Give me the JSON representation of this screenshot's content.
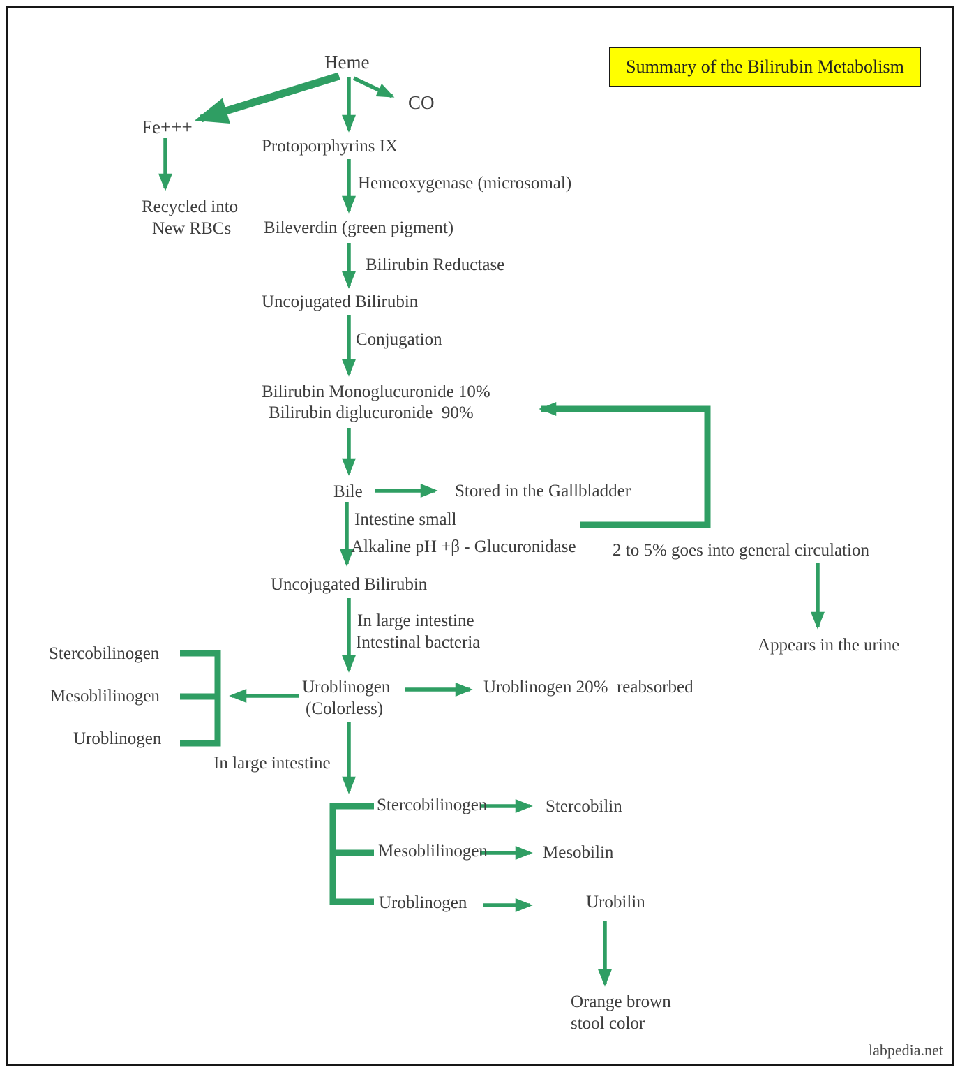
{
  "title": {
    "label": "Summary of the Bilirubin Metabolism"
  },
  "watermark": "labpedia.net",
  "colors": {
    "arrow_green": "#2f9e63",
    "title_bg": "#ffff00",
    "title_border": "#1a1a1a",
    "text": "#3d3d3d",
    "frame": "#161616"
  },
  "nodes": {
    "heme": "Heme",
    "co": "CO",
    "fe": "Fe+++",
    "recycled_line1": "Recycled into",
    "recycled_line2": "New RBCs",
    "protoporphyrins": "Protoporphyrins IX",
    "hemeoxygenase": "Hemeoxygenase (microsomal)",
    "bileverdin": "Bileverdin (green pigment)",
    "bilirubin_reductase": "Bilirubin Reductase",
    "unconjugated1": "Uncojugated Bilirubin",
    "conjugation": "Conjugation",
    "monoglucuronide": "Bilirubin Monoglucuronide 10%",
    "diglucuronide": "Bilirubin diglucuronide  90%",
    "bile": "Bile",
    "stored_gallbladder": "Stored in the Gallbladder",
    "intestine_small": "Intestine small",
    "alkaline": "Alkaline pH +β - Glucuronidase",
    "circulation": "2 to 5% goes into general circulation",
    "appears_urine": "Appears in the urine",
    "unconjugated2": "Uncojugated Bilirubin",
    "in_large_intestine1": "In large intestine",
    "intestinal_bacteria": "Intestinal bacteria",
    "stercobilinogen_left": "Stercobilinogen",
    "mesoblilinogen_left": "Mesoblilinogen",
    "uroblinogen_left": "Uroblinogen",
    "uroblinogen_center": "Uroblinogen",
    "colorless": "(Colorless)",
    "uroblinogen_reabsorbed": "Uroblinogen 20%  reabsorbed",
    "in_large_intestine2": "In large intestine",
    "stercobilinogen2": "Stercobilinogen",
    "stercobilin": "Stercobilin",
    "mesoblilinogen2": "Mesoblilinogen",
    "mesobilin": "Mesobilin",
    "uroblinogen2": "Uroblinogen",
    "urobilin": "Urobilin",
    "stool_line1": "Orange brown",
    "stool_line2": "stool color"
  },
  "edges": [
    {
      "from": "Heme",
      "to": "Fe+++"
    },
    {
      "from": "Heme",
      "to": "CO"
    },
    {
      "from": "Heme",
      "to": "Protoporphyrins IX"
    },
    {
      "from": "Fe+++",
      "to": "Recycled into New RBCs"
    },
    {
      "from": "Protoporphyrins IX",
      "to": "Bileverdin (green pigment)",
      "via": "Hemeoxygenase (microsomal)"
    },
    {
      "from": "Bileverdin (green pigment)",
      "to": "Uncojugated Bilirubin",
      "via": "Bilirubin Reductase"
    },
    {
      "from": "Uncojugated Bilirubin",
      "to": "Bilirubin Monoglucuronide 10% / Bilirubin diglucuronide 90%",
      "via": "Conjugation"
    },
    {
      "from": "Bilirubin Monoglucuronide 10% / Bilirubin diglucuronide 90%",
      "to": "Bile"
    },
    {
      "from": "Bile",
      "to": "Stored in the Gallbladder"
    },
    {
      "from": "Bile",
      "to": "Uncojugated Bilirubin",
      "via": "Intestine small / Alkaline pH +β - Glucuronidase"
    },
    {
      "from": "Uncojugated Bilirubin",
      "to": "Uroblinogen (Colorless)",
      "via": "In large intestine / Intestinal bacteria"
    },
    {
      "from": "Uroblinogen (Colorless)",
      "to": "Uroblinogen 20%  reabsorbed"
    },
    {
      "from": "Uroblinogen (Colorless)",
      "to": "Stercobilinogen / Mesoblilinogen / Uroblinogen"
    },
    {
      "from": "Uroblinogen 20%  reabsorbed",
      "to": "Bilirubin Monoglucuronide 10% / Bilirubin diglucuronide 90%",
      "via": "2 to 5% goes into general circulation"
    },
    {
      "from": "2 to 5% goes into general circulation",
      "to": "Appears in the urine"
    },
    {
      "from": "Uroblinogen (Colorless)",
      "to": "Stercobilinogen / Mesoblilinogen / Uroblinogen (large intestine group)",
      "via": "In large intestine"
    },
    {
      "from": "Stercobilinogen",
      "to": "Stercobilin"
    },
    {
      "from": "Mesoblilinogen",
      "to": "Mesobilin"
    },
    {
      "from": "Uroblinogen",
      "to": "Urobilin"
    },
    {
      "from": "Urobilin",
      "to": "Orange brown stool color"
    }
  ]
}
